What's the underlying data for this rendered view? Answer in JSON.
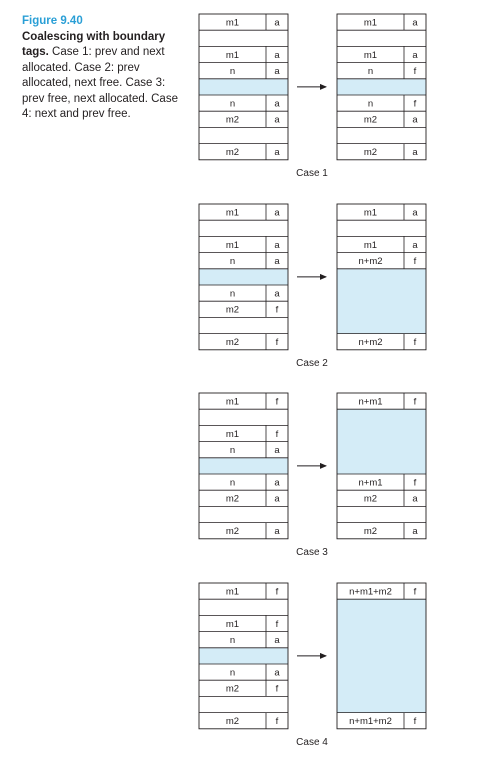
{
  "caption": {
    "figure_number": "Figure 9.40",
    "heading": "Coalescing with boundary tags.",
    "body": "Case 1: prev and next allocated. Case 2: prev allocated, next free. Case 3: prev free, next allocated. Case 4: next and prev free."
  },
  "colors": {
    "free_block": "#d4ecf7",
    "border": "#231f20",
    "title_blue": "#2a9fd6"
  },
  "cases": [
    {
      "label": "Case 1",
      "before": {
        "prev_header": [
          "m1",
          "a"
        ],
        "prev_footer": [
          "m1",
          "a"
        ],
        "cur_header": [
          "n",
          "a"
        ],
        "cur_footer": [
          "n",
          "a"
        ],
        "next_header": [
          "m2",
          "a"
        ],
        "next_footer": [
          "m2",
          "a"
        ]
      },
      "after": {
        "prev_header": [
          "m1",
          "a"
        ],
        "prev_footer": [
          "m1",
          "a"
        ],
        "cur_header": [
          "n",
          "f"
        ],
        "cur_footer": [
          "n",
          "f"
        ],
        "next_header": [
          "m2",
          "a"
        ],
        "next_footer": [
          "m2",
          "a"
        ]
      }
    },
    {
      "label": "Case 2",
      "before": {
        "prev_header": [
          "m1",
          "a"
        ],
        "prev_footer": [
          "m1",
          "a"
        ],
        "cur_header": [
          "n",
          "a"
        ],
        "cur_footer": [
          "n",
          "a"
        ],
        "next_header": [
          "m2",
          "f"
        ],
        "next_footer": [
          "m2",
          "f"
        ]
      },
      "after": {
        "prev_header": [
          "m1",
          "a"
        ],
        "prev_footer": [
          "m1",
          "a"
        ],
        "merged_header": [
          "n+m2",
          "f"
        ],
        "merged_footer": [
          "n+m2",
          "f"
        ]
      }
    },
    {
      "label": "Case 3",
      "before": {
        "prev_header": [
          "m1",
          "f"
        ],
        "prev_footer": [
          "m1",
          "f"
        ],
        "cur_header": [
          "n",
          "a"
        ],
        "cur_footer": [
          "n",
          "a"
        ],
        "next_header": [
          "m2",
          "a"
        ],
        "next_footer": [
          "m2",
          "a"
        ]
      },
      "after": {
        "merged_header": [
          "n+m1",
          "f"
        ],
        "merged_footer": [
          "n+m1",
          "f"
        ],
        "next_header": [
          "m2",
          "a"
        ],
        "next_footer": [
          "m2",
          "a"
        ]
      }
    },
    {
      "label": "Case 4",
      "before": {
        "prev_header": [
          "m1",
          "f"
        ],
        "prev_footer": [
          "m1",
          "f"
        ],
        "cur_header": [
          "n",
          "a"
        ],
        "cur_footer": [
          "n",
          "a"
        ],
        "next_header": [
          "m2",
          "f"
        ],
        "next_footer": [
          "m2",
          "f"
        ]
      },
      "after": {
        "merged_header": [
          "n+m1+m2",
          "f"
        ],
        "merged_footer": [
          "n+m1+m2",
          "f"
        ]
      }
    }
  ]
}
